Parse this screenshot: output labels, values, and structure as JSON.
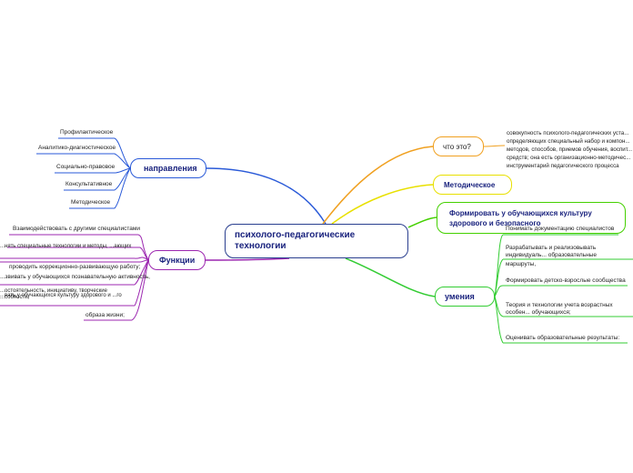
{
  "center": {
    "label": "психолого-педагогические технологии"
  },
  "branches": {
    "napravleniya": {
      "label": "направления",
      "color": "#2a5ad8",
      "items": [
        "Профилактическое",
        "Аналитико-диагностическое",
        "Социально-правовое",
        "Консультативное",
        "Методическое"
      ]
    },
    "funktsii": {
      "label": "Функции",
      "color": "#9c27b0",
      "items": [
        "Взаимодействовать с другими специалистами",
        "...нять специальные технологии и методы, ...ающих",
        "проводить коррекционно-развивающую работу;",
        "...звивать у обучающихся познавательную активность,",
        "...остоятельность, инициативу, творческие ...собности;",
        "...вать у обучающихся культуру здорового и ...го",
        "образа жизни;"
      ]
    },
    "chto": {
      "label": "что это?",
      "color": "#f0a020",
      "text": "совокупность психолого-педагогических уста... определяющих специальный набор и компон... методов, способов, приемов обучения, воспит... средств; она есть организационно-методичес... инструментарий педагогического процесса"
    },
    "metod": {
      "label": "Методическое",
      "color": "#e8e000"
    },
    "form": {
      "label": "Формировать у обучающихся культуру здорового и безопасного",
      "color": "#44d000"
    },
    "umeniya": {
      "label": "умения",
      "color": "#33cc33",
      "items": [
        "Понимать документацию специалистов",
        "Разрабатывать и реализовывать индивидуаль... образовательные",
        "маршруты,",
        "Формировать детско-взрослые сообщества",
        "Теория и технологии учета возрастных особен... обучающихся;",
        "Оценивать образовательные результаты:"
      ]
    }
  }
}
